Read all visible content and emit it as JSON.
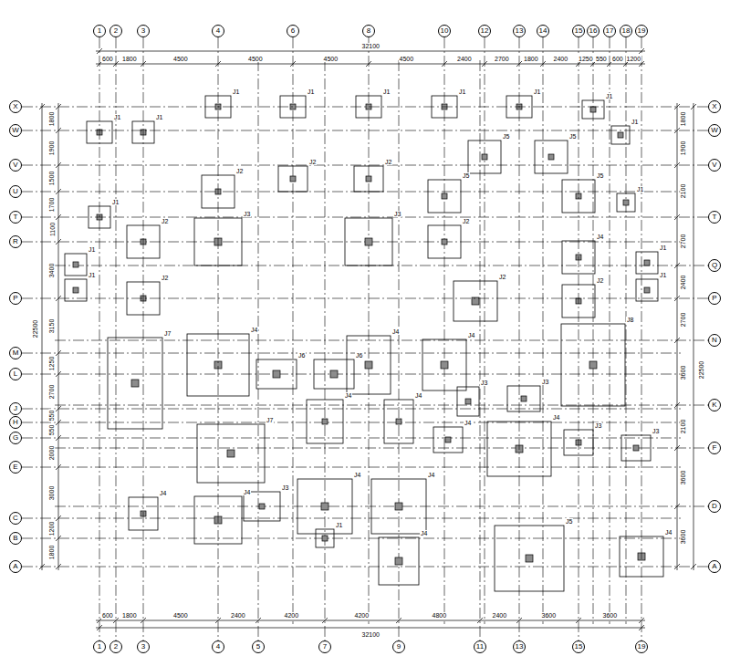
{
  "diagram": {
    "nodes": [
      {
        "text": [
          "1"
        ]
      },
      {
        "text": [
          "2"
        ]
      },
      {
        "text": [
          "3"
        ]
      },
      {
        "text": [
          "4"
        ]
      },
      {
        "text": [
          "6"
        ]
      },
      {
        "text": [
          "8"
        ]
      },
      {
        "text": [
          "10"
        ]
      },
      {
        "text": [
          "12"
        ]
      },
      {
        "text": [
          "13"
        ]
      },
      {
        "text": [
          "14"
        ]
      },
      {
        "text": [
          "15"
        ]
      },
      {
        "text": [
          "16"
        ]
      },
      {
        "text": [
          "17"
        ]
      },
      {
        "text": [
          "18"
        ]
      },
      {
        "text": [
          "19"
        ]
      },
      {
        "text": [
          "X"
        ]
      },
      {
        "text": [
          "W"
        ]
      },
      {
        "text": [
          "V"
        ]
      },
      {
        "text": [
          "U"
        ]
      },
      {
        "text": [
          "T"
        ]
      },
      {
        "text": [
          "R"
        ]
      },
      {
        "text": [
          "P"
        ]
      },
      {
        "text": [
          "M"
        ]
      },
      {
        "text": [
          "L"
        ]
      },
      {
        "text": [
          "J"
        ]
      },
      {
        "text": [
          "H"
        ]
      },
      {
        "text": [
          "G"
        ]
      },
      {
        "text": [
          "E"
        ]
      },
      {
        "text": [
          "C"
        ]
      },
      {
        "text": [
          "B"
        ]
      },
      {
        "text": [
          "A"
        ]
      },
      {
        "text": [
          "X"
        ]
      },
      {
        "text": [
          "W"
        ]
      },
      {
        "text": [
          "V"
        ]
      },
      {
        "text": [
          "T"
        ]
      },
      {
        "text": [
          "Q"
        ]
      },
      {
        "text": [
          "P"
        ]
      },
      {
        "text": [
          "N"
        ]
      },
      {
        "text": [
          "K"
        ]
      },
      {
        "text": [
          "F"
        ]
      },
      {
        "text": [
          "D"
        ]
      },
      {
        "text": [
          "A"
        ]
      },
      {
        "text": [
          "1"
        ]
      },
      {
        "text": [
          "2"
        ]
      },
      {
        "text": [
          "3"
        ]
      },
      {
        "text": [
          "4"
        ]
      },
      {
        "text": [
          "5"
        ]
      },
      {
        "text": [
          "7"
        ]
      },
      {
        "text": [
          "9"
        ]
      },
      {
        "text": [
          "11"
        ]
      },
      {
        "text": [
          "13"
        ]
      },
      {
        "text": [
          "15"
        ]
      },
      {
        "text": [
          "19"
        ]
      }
    ],
    "edges": [
      {
        "from": 0,
        "to": 42,
        "arrow": "none"
      },
      {
        "from": 1,
        "to": 43,
        "arrow": "none"
      },
      {
        "from": 2,
        "to": 44,
        "arrow": "none"
      },
      {
        "from": 3,
        "to": 45,
        "arrow": "none"
      },
      {
        "from": 8,
        "to": 50,
        "arrow": "none"
      },
      {
        "from": 10,
        "to": 51,
        "arrow": "none"
      },
      {
        "from": 14,
        "to": 52,
        "arrow": "none"
      },
      {
        "from": 15,
        "to": 31,
        "arrow": "none"
      },
      {
        "from": 16,
        "to": 32,
        "arrow": "none"
      },
      {
        "from": 17,
        "to": 33,
        "arrow": "none"
      },
      {
        "from": 19,
        "to": 34,
        "arrow": "none"
      },
      {
        "from": 21,
        "to": 36,
        "arrow": "none"
      },
      {
        "from": 30,
        "to": 41,
        "arrow": "none"
      }
    ],
    "labels": [
      "600",
      "1800",
      "4500",
      "4500",
      "4500",
      "4500",
      "2400",
      "2700",
      "1800",
      "2400",
      "1250",
      "550",
      "600",
      "1200",
      "32100",
      "600",
      "1800",
      "4500",
      "2400",
      "4200",
      "4200",
      "4800",
      "2400",
      "3600",
      "3600",
      "32100",
      "1800",
      "1900",
      "1500",
      "1700",
      "1100",
      "3400",
      "3150",
      "1250",
      "2700",
      "550",
      "550",
      "2000",
      "3000",
      "1200",
      "1800",
      "22500",
      "1800",
      "1900",
      "2100",
      "2700",
      "2400",
      "2700",
      "3600",
      "2100",
      "3600",
      "3600",
      "22500",
      "J1",
      "J1",
      "J1",
      "J1",
      "J1",
      "J1",
      "J1",
      "J1",
      "J1",
      "J2",
      "J2",
      "J2",
      "J5",
      "J5",
      "J5",
      "J5",
      "J1",
      "J1",
      "J2",
      "J3",
      "J3",
      "J2",
      "J4",
      "J1",
      "J1",
      "J1",
      "J1",
      "J2",
      "J2",
      "J2",
      "J7",
      "J4",
      "J6",
      "J6",
      "J4",
      "J4",
      "J8",
      "J3",
      "J3",
      "J4",
      "J4",
      "J4",
      "J4",
      "J3",
      "J3",
      "J7",
      "J3",
      "J4",
      "J4",
      "J4",
      "J4",
      "J1",
      "J4",
      "J5",
      "J4"
    ]
  }
}
